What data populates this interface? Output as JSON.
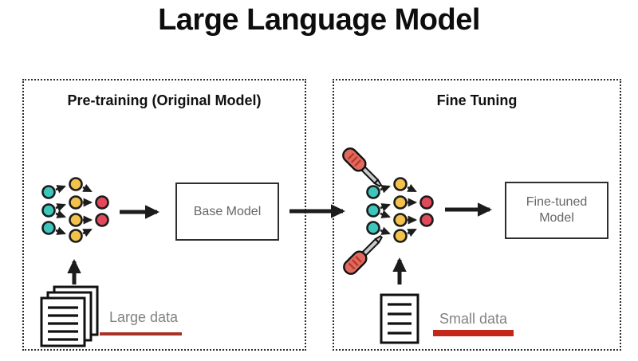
{
  "title": "Large Language Model",
  "colors": {
    "node-teal": "#3ec6bd",
    "node-yellow": "#f2c24a",
    "node-red": "#e24a5c",
    "screwdriver-handle": "#e06a5e",
    "screwdriver-stripe": "#b8392c",
    "underline-large": "#a93226",
    "underline-small": "#c4261a"
  },
  "panels": {
    "pretraining": {
      "header": "Pre-training (Original Model)",
      "model_box_label": "Base Model",
      "data_label": "Large data",
      "icons": [
        "neural-network-icon",
        "up-arrow-icon",
        "document-stack-icon",
        "right-arrow-icon"
      ]
    },
    "finetuning": {
      "header": "Fine Tuning",
      "model_box_label": "Fine-tuned Model",
      "data_label": "Small data",
      "icons": [
        "screwdriver-icon",
        "neural-network-icon",
        "screwdriver-icon",
        "up-arrow-icon",
        "document-icon",
        "right-arrow-icon"
      ]
    }
  }
}
